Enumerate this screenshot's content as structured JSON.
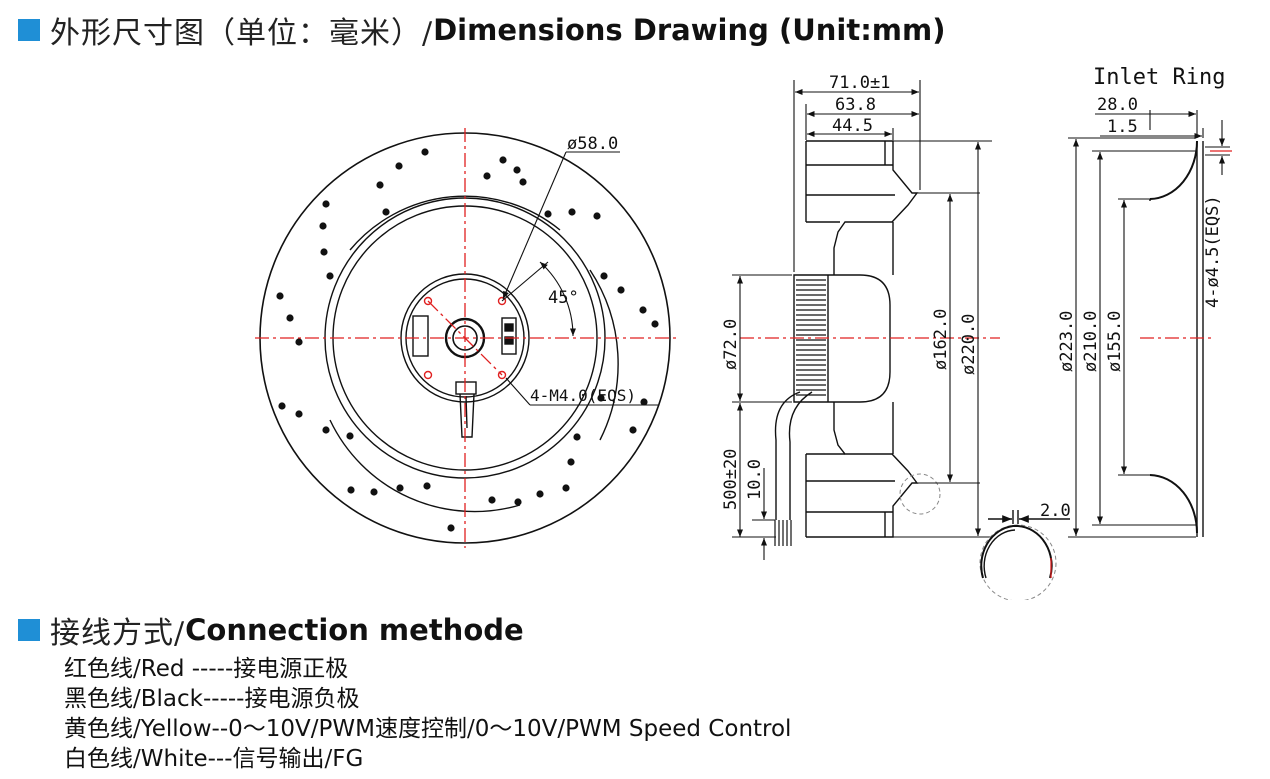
{
  "header": {
    "title_cn": "外形尺寸图（单位：毫米）/",
    "title_en": "Dimensions Drawing (Unit:mm)"
  },
  "drawing": {
    "inlet_ring_label": "Inlet Ring",
    "dims": {
      "d58": "ø58.0",
      "angle45": "45°",
      "m4": "4-M4.0(EQS)",
      "w71": "71.0±1",
      "w63": "63.8",
      "w44": "44.5",
      "d72": "ø72.0",
      "l500": "500±20",
      "l10": "10.0",
      "d162": "ø162.0",
      "d220": "ø220.0",
      "r28": "28.0",
      "r15": "1.5",
      "r45": "4-ø4.5(EQS)",
      "d223": "ø223.0",
      "d210": "ø210.0",
      "d155": "ø155.0",
      "t20": "2.0"
    },
    "colors": {
      "centerline": "#e02020",
      "line": "#111111"
    }
  },
  "connection": {
    "title_cn": "接线方式/",
    "title_en": "Connection methode",
    "rows": [
      {
        "cn": "红色线/",
        "en": "Red -----",
        "cn2": "接电源正极"
      },
      {
        "cn": "黑色线/",
        "en": "Black-----",
        "cn2": "接电源负极"
      },
      {
        "cn": "黄色线/",
        "en": "Yellow--0～10V/PWM",
        "cn2": "速度控制/",
        "en2": "0～10V/PWM Speed Control"
      },
      {
        "cn": "白色线/",
        "en": "White---",
        "cn2": "信号输出/",
        "en2": "FG"
      }
    ]
  },
  "icons": [
    "square-bullet-icon"
  ]
}
